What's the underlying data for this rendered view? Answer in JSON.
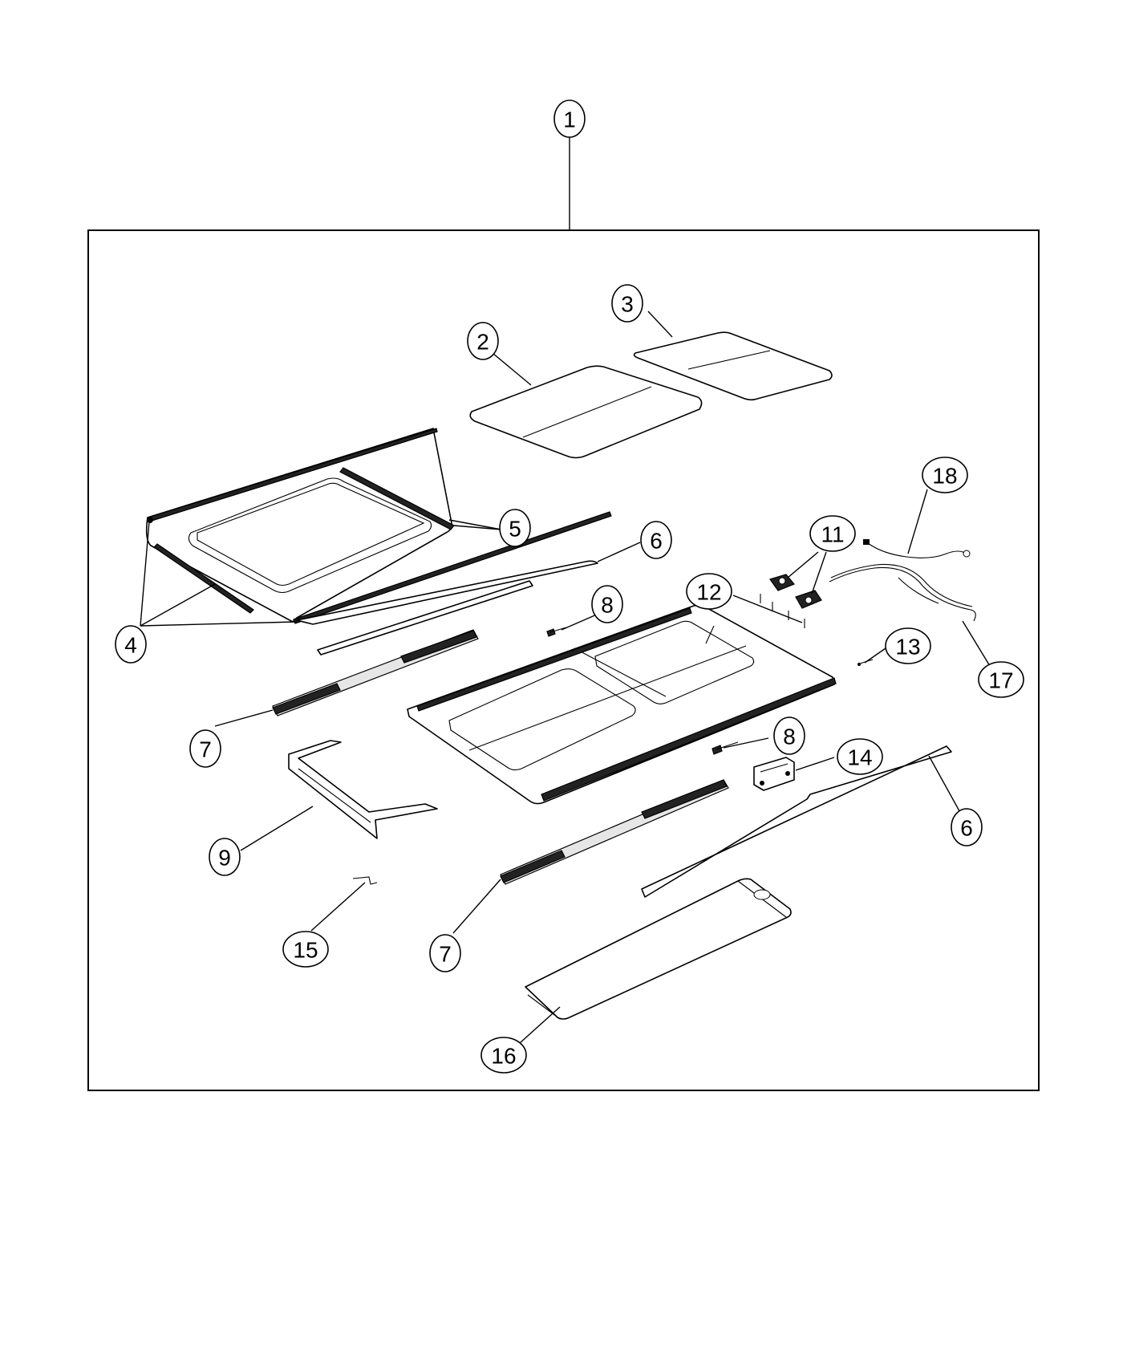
{
  "diagram": {
    "callouts": [
      {
        "id": "c1",
        "label": "1"
      },
      {
        "id": "c2",
        "label": "2"
      },
      {
        "id": "c3",
        "label": "3"
      },
      {
        "id": "c4",
        "label": "4"
      },
      {
        "id": "c5",
        "label": "5"
      },
      {
        "id": "c6a",
        "label": "6"
      },
      {
        "id": "c6b",
        "label": "6"
      },
      {
        "id": "c7a",
        "label": "7"
      },
      {
        "id": "c7b",
        "label": "7"
      },
      {
        "id": "c8a",
        "label": "8"
      },
      {
        "id": "c8b",
        "label": "8"
      },
      {
        "id": "c9",
        "label": "9"
      },
      {
        "id": "c11",
        "label": "11"
      },
      {
        "id": "c12",
        "label": "12"
      },
      {
        "id": "c13",
        "label": "13"
      },
      {
        "id": "c14",
        "label": "14"
      },
      {
        "id": "c15",
        "label": "15"
      },
      {
        "id": "c16",
        "label": "16"
      },
      {
        "id": "c17",
        "label": "17"
      },
      {
        "id": "c18",
        "label": "18"
      }
    ]
  }
}
